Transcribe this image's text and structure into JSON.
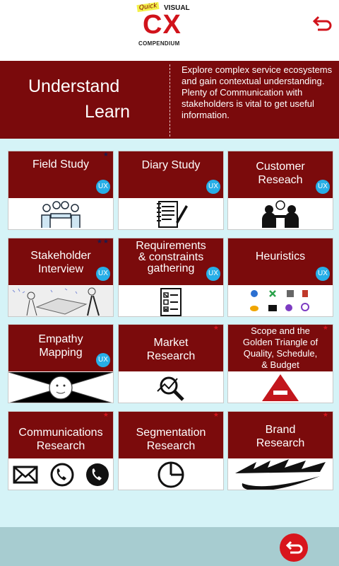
{
  "logo": {
    "quick": "Quick",
    "visual": "VISUAL",
    "cx": "CX",
    "compendium": "COMPENDIUM"
  },
  "banner": {
    "title_line1": "Understand",
    "title_line2": "Learn",
    "description": "Explore complex service ecosystems and gain contextual understanding.\nPlenty of Communication with stakeholders is vital to get useful information."
  },
  "colors": {
    "maroon": "#7b0b0c",
    "ux_badge": "#27aee7",
    "back_button": "#d8151c",
    "background": "#d5f3f7"
  },
  "tiles": [
    {
      "label": "Field Study",
      "ux": "UX",
      "star": "★",
      "icon": "meeting-people-icon"
    },
    {
      "label": "Diary Study",
      "ux": "UX",
      "icon": "notebook-pen-icon"
    },
    {
      "label": "Customer\nReseach",
      "ux": "UX",
      "icon": "interview-icon"
    },
    {
      "label": "Stakeholder\nInterview",
      "ux": "UX",
      "star": "★★",
      "icon": "sketch-meeting-icon"
    },
    {
      "label": "Requirements\n& constraints\ngathering",
      "ux": "UX",
      "icon": "checklist-icon"
    },
    {
      "label": "Heuristics",
      "ux": "UX",
      "icon": "app-icons-icon"
    },
    {
      "label": "Empathy\nMapping",
      "ux": "UX",
      "icon": "empathy-map-icon"
    },
    {
      "label": "Market\nResearch",
      "star": "★",
      "icon": "magnifier-chart-icon"
    },
    {
      "label": "Scope and the\nGolden Triangle of\nQuality, Schedule,\n& Budget",
      "star": "★",
      "icon": "triangle-icon"
    },
    {
      "label": "Communications\nResearch",
      "star": "★",
      "icon": "mail-phone-icon"
    },
    {
      "label": "Segmentation\nResearch",
      "star": "★",
      "icon": "pie-icon"
    },
    {
      "label": "Brand\nResearch",
      "star": "★",
      "icon": "nike-logo-icon"
    }
  ]
}
